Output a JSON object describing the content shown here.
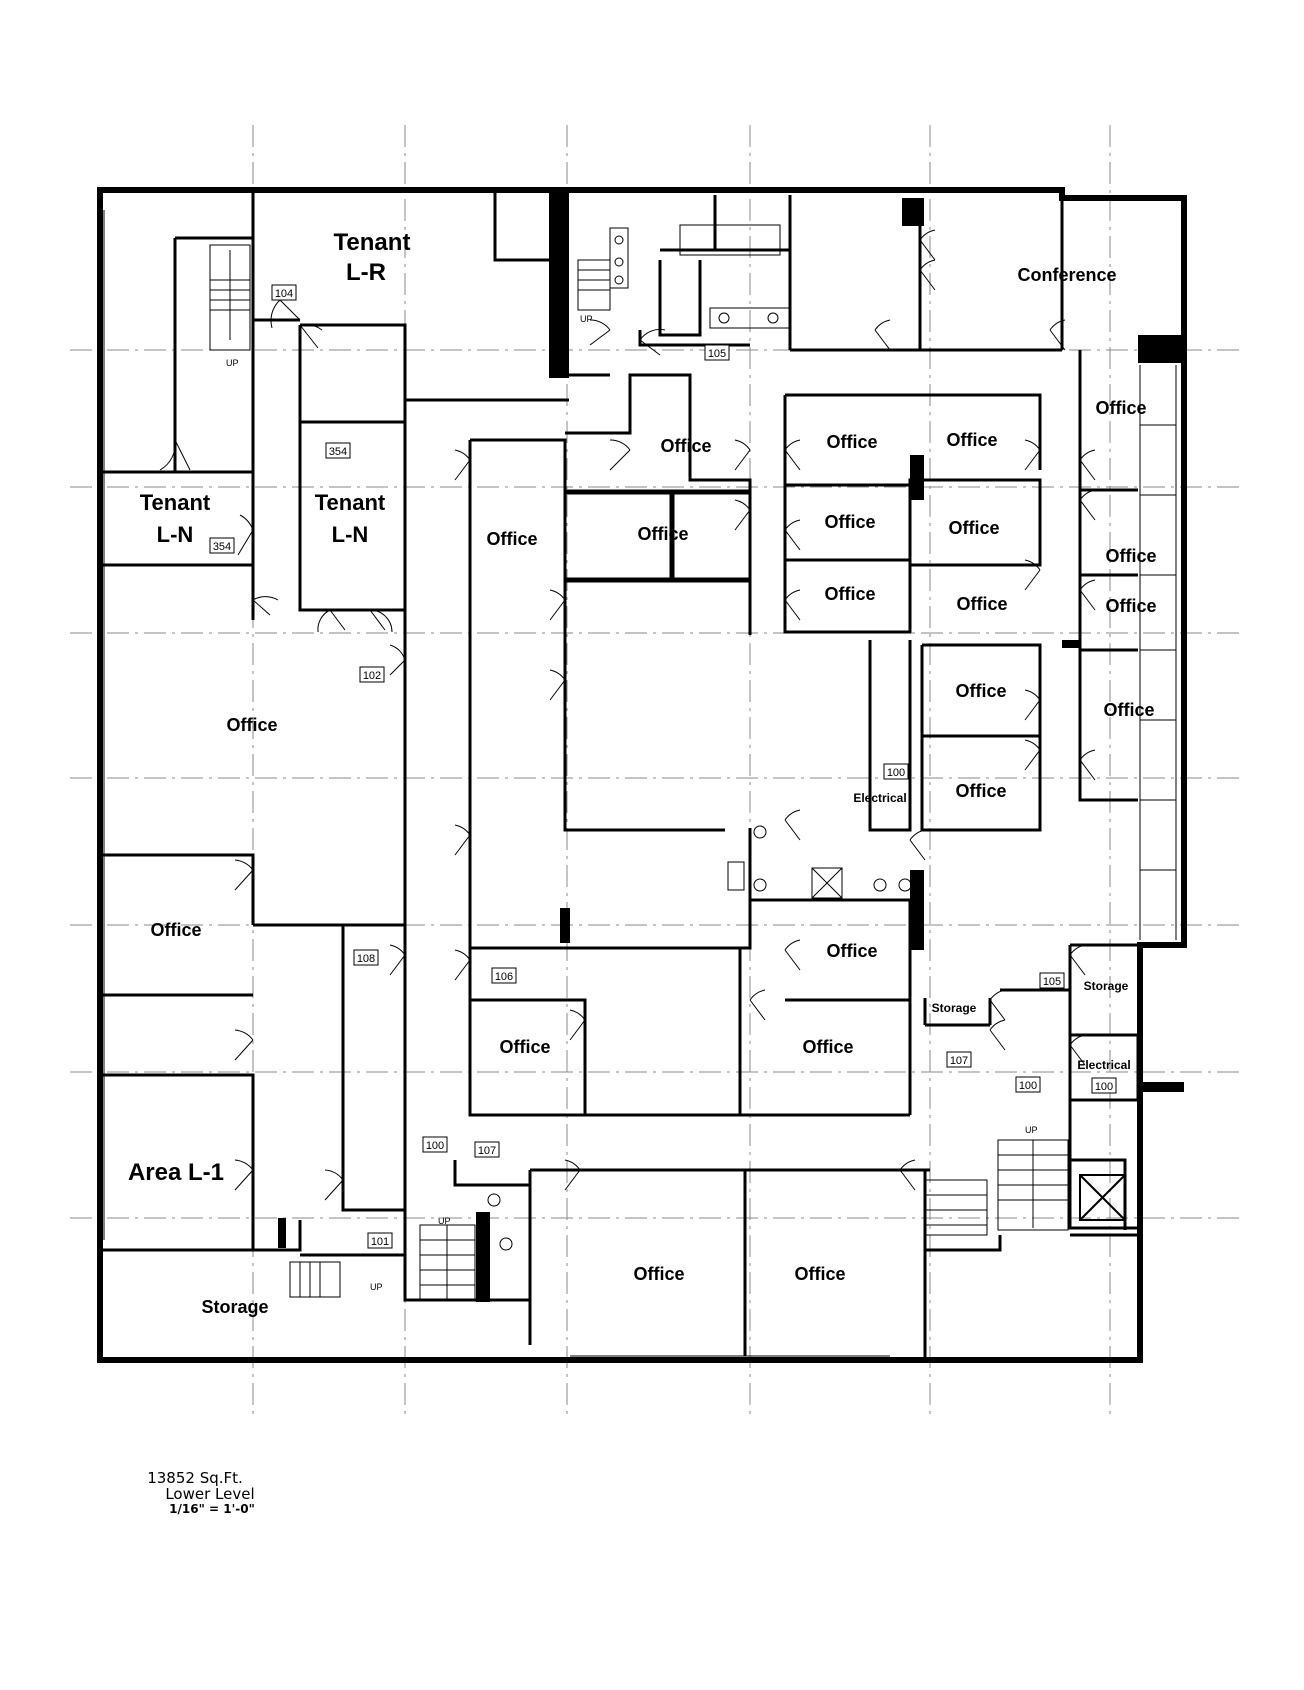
{
  "rooms": {
    "tenant_lr": [
      "Tenant",
      "L-R"
    ],
    "tenant_ln_left": [
      "Tenant",
      "L-N"
    ],
    "tenant_ln_mid": [
      "Tenant",
      "L-N"
    ],
    "conference": "Conference",
    "office": "Office",
    "electrical": "Electrical",
    "storage": "Storage",
    "area_l1": "Area L-1"
  },
  "tags": {
    "t104": "104",
    "t105": "105",
    "t354": "354",
    "t102": "102",
    "t100": "100",
    "t108": "108",
    "t106": "106",
    "t107": "107",
    "t101": "101"
  },
  "stair_label": "UP",
  "notes": {
    "area": "13852 Sq.Ft.",
    "level": "Lower Level",
    "scale": "1/16\" = 1'-0\""
  }
}
